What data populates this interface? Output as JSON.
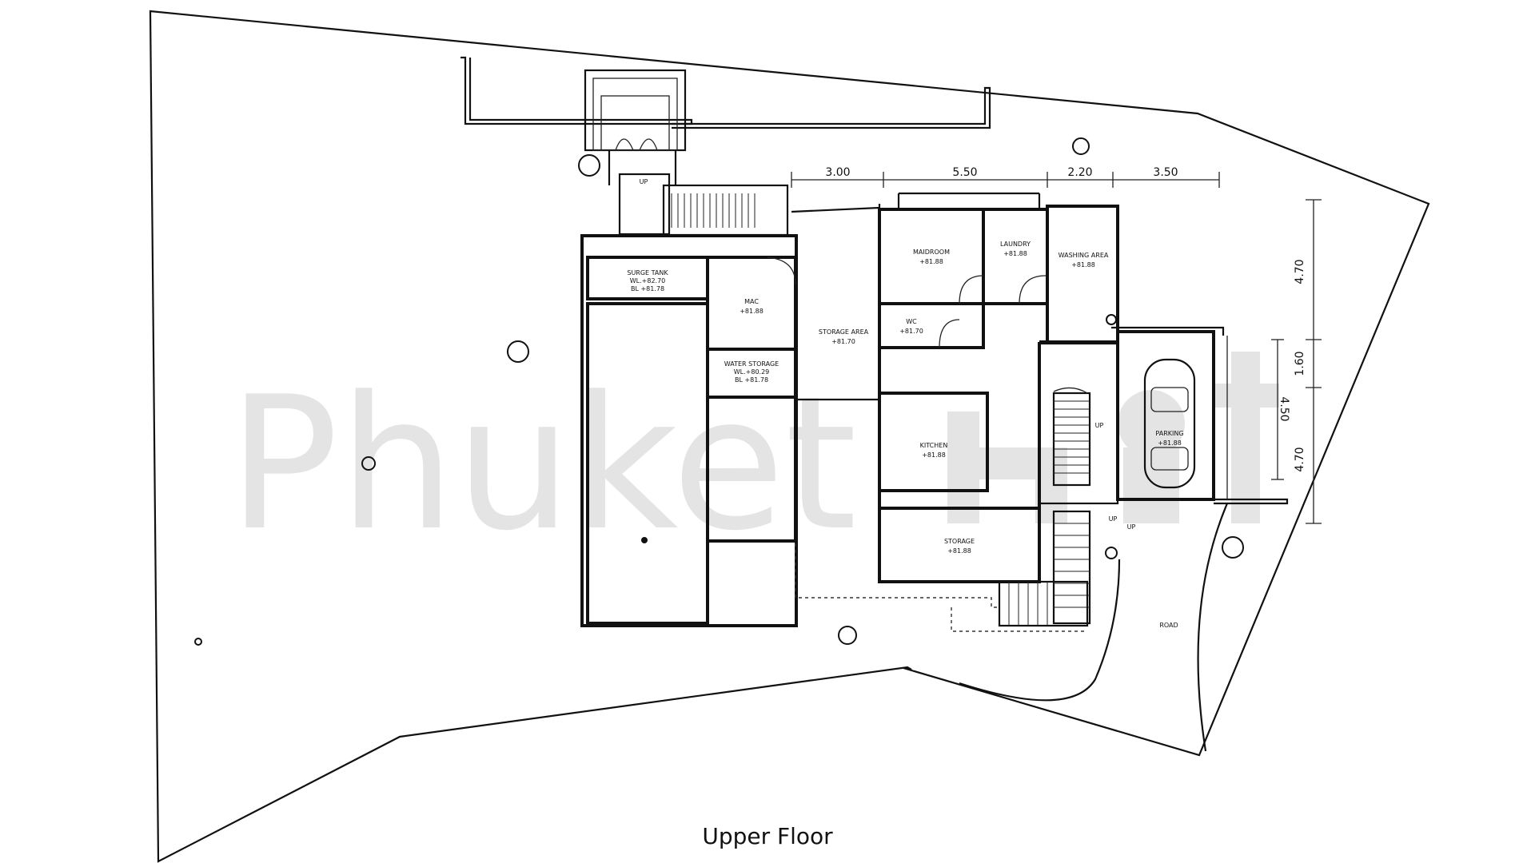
{
  "caption": "Upper Floor",
  "watermark": "Phuket",
  "dimensions": {
    "top": [
      "3.00",
      "5.50",
      "2.20",
      "3.50"
    ],
    "right": [
      "4.70",
      "1.60",
      "4.70"
    ],
    "right_inner": "4.50"
  },
  "rooms": [
    {
      "id": "surge-tank",
      "name": "SURGE TANK",
      "level": "WL.+82.70",
      "level2": "BL +81.78"
    },
    {
      "id": "mac",
      "name": "MAC",
      "level": "+81.88"
    },
    {
      "id": "water-storage",
      "name": "WATER STORAGE",
      "level": "WL.+80.29",
      "level2": "BL +81.78"
    },
    {
      "id": "storage-area",
      "name": "STORAGE AREA",
      "level": "+81.70"
    },
    {
      "id": "maidroom",
      "name": "MAIDROOM",
      "level": "+81.88"
    },
    {
      "id": "laundry",
      "name": "LAUNDRY",
      "level": "+81.88"
    },
    {
      "id": "washing-area",
      "name": "WASHING AREA",
      "level": "+81.88"
    },
    {
      "id": "wc",
      "name": "WC",
      "level": "+81.70"
    },
    {
      "id": "kitchen",
      "name": "KITCHEN",
      "level": "+81.88"
    },
    {
      "id": "storage",
      "name": "STORAGE",
      "level": "+81.88"
    },
    {
      "id": "parking",
      "name": "PARKING",
      "level": "+81.88"
    }
  ],
  "labels": {
    "up1": "UP",
    "up2": "UP",
    "up3": "UP",
    "up4": "UP",
    "road": "ROAD"
  }
}
